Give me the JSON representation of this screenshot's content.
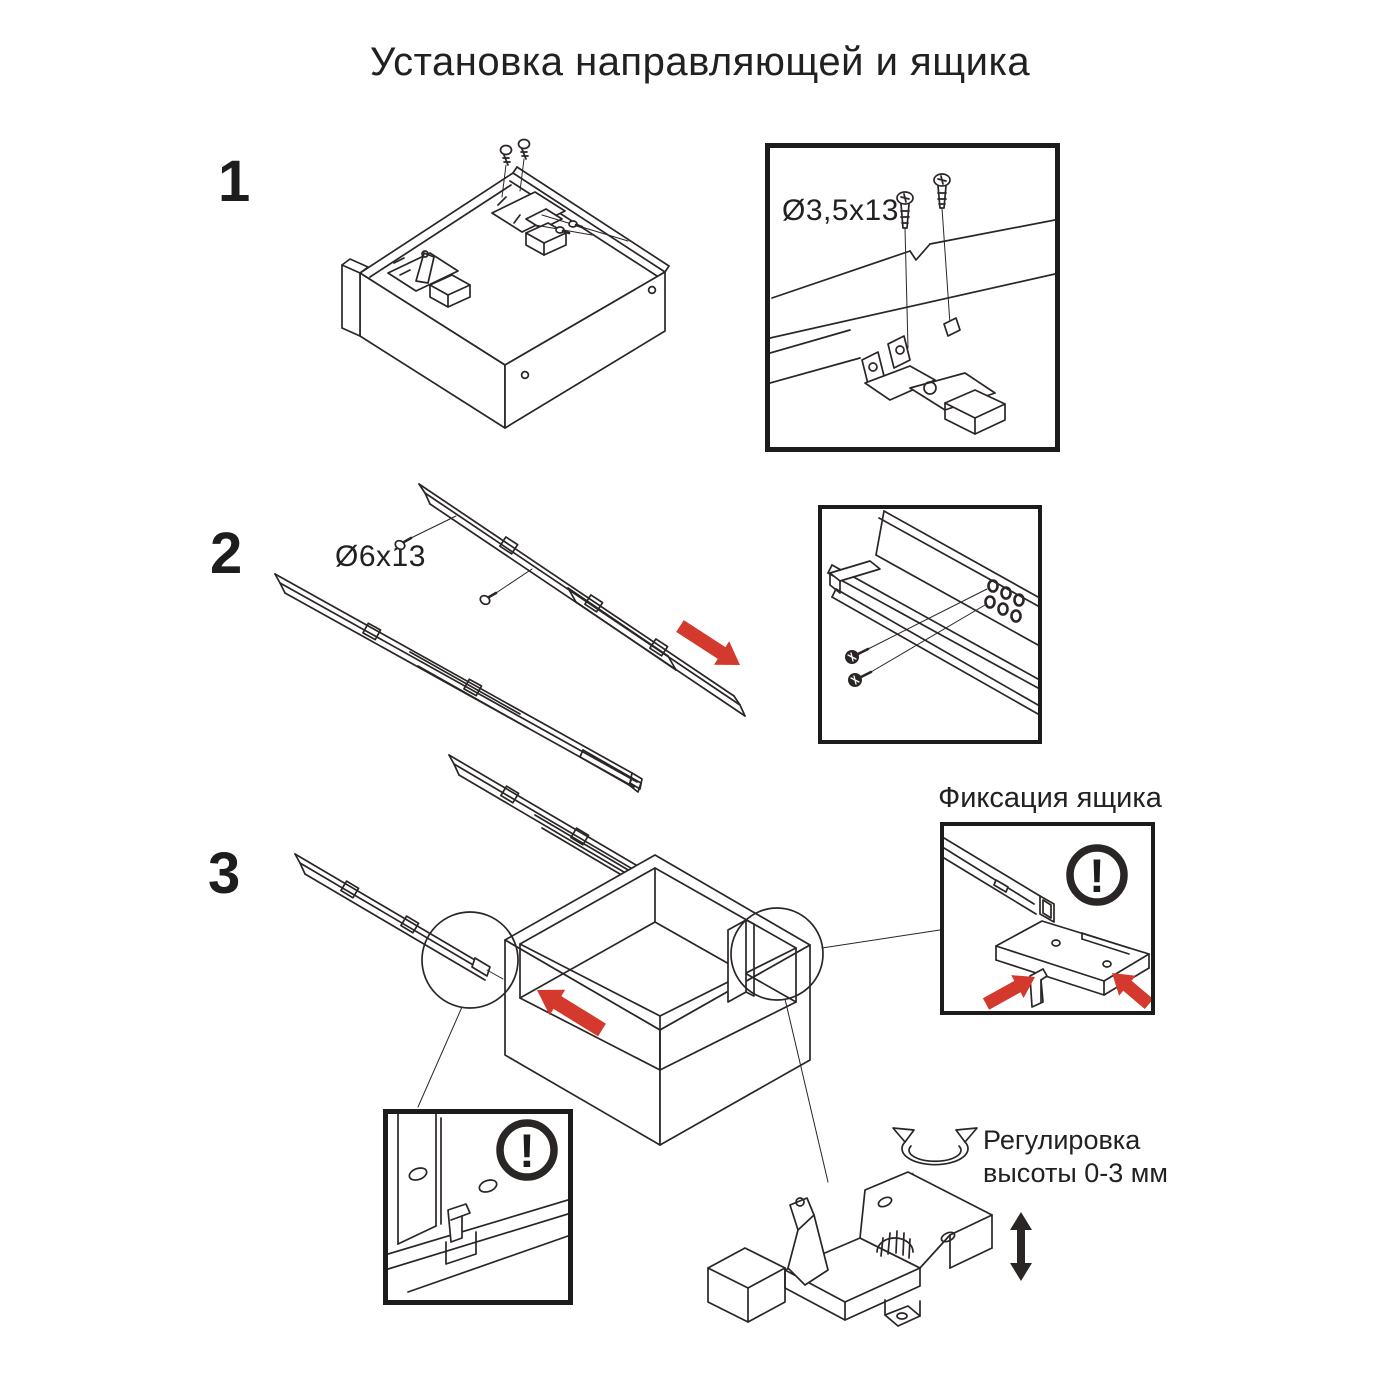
{
  "page": {
    "title": "Установка направляющей и ящика",
    "background": "#ffffff",
    "line_color": "#2a2625",
    "accent_color": "#d3392c"
  },
  "step1": {
    "number": "1",
    "detail_screw_label": "Ø3,5x13"
  },
  "step2": {
    "number": "2",
    "screw_label": "Ø6x13"
  },
  "step3": {
    "number": "3",
    "fixation_title": "Фиксация ящика",
    "adjustment_line1": "Регулировка",
    "adjustment_line2": "высоты 0-3 мм"
  },
  "icons": {
    "warning_glyph": "!"
  }
}
